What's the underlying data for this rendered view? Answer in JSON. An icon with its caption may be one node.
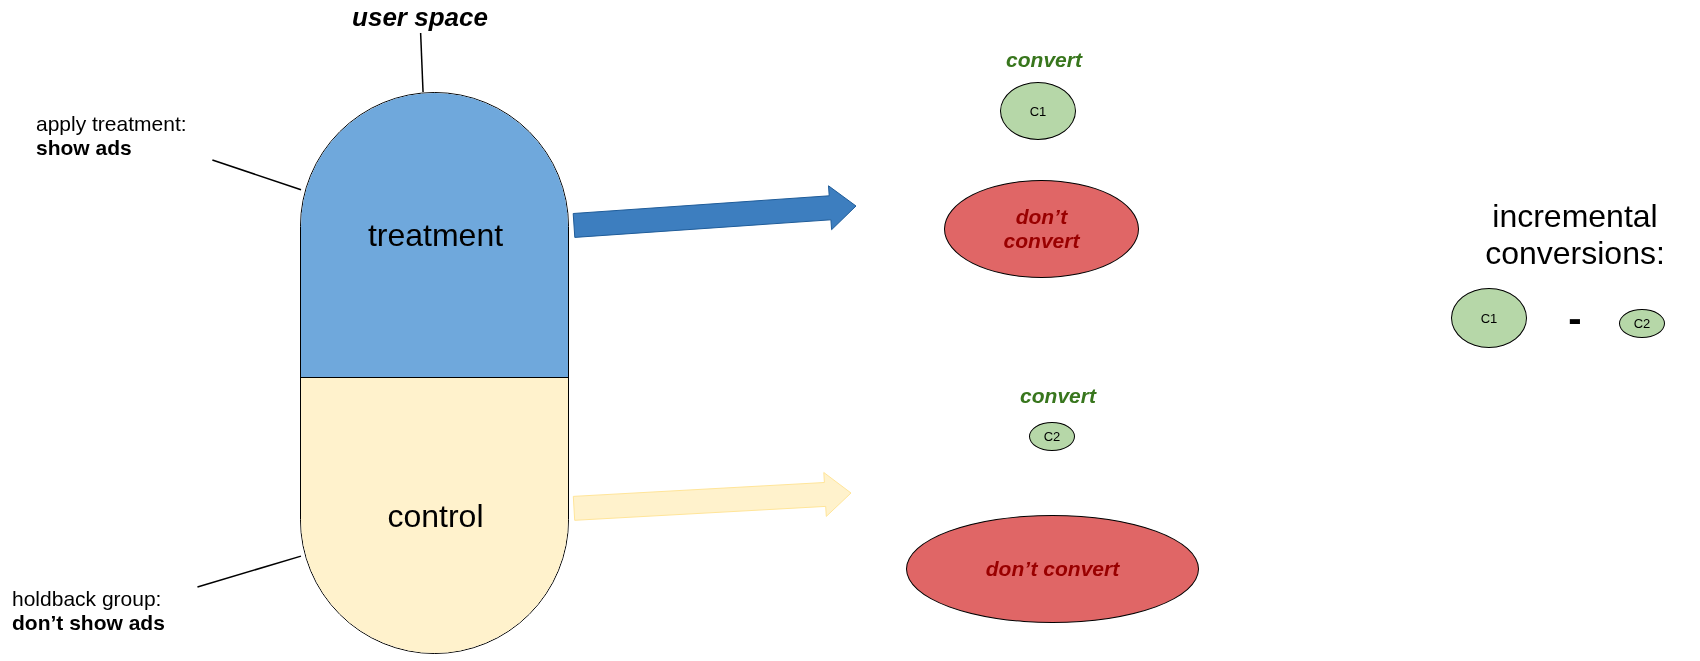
{
  "diagram": {
    "nodes": [
      {
        "text": [
          "user space"
        ]
      },
      {
        "text": [],
        "shape": "capsule"
      },
      {
        "text": [
          "treatment"
        ],
        "in": 1
      },
      {
        "text": [
          "control"
        ],
        "in": 1
      },
      {
        "text": [
          "apply treatment:",
          "show ads"
        ]
      },
      {
        "text": [
          "holdback group:",
          "don’t show ads"
        ]
      },
      {
        "text": [
          "C1"
        ],
        "beside": [
          "convert"
        ]
      },
      {
        "text": [
          "don’t convert"
        ]
      },
      {
        "text": [
          "C2"
        ],
        "beside": [
          "convert"
        ]
      },
      {
        "text": [
          "don’t convert"
        ]
      },
      {
        "text": [
          "C1"
        ]
      },
      {
        "text": [
          "C2"
        ]
      }
    ],
    "edges": [
      {
        "from": 0,
        "to": 1,
        "arrow": "none"
      },
      {
        "from": 4,
        "to": 2,
        "arrow": "none"
      },
      {
        "from": 5,
        "to": 3,
        "arrow": "none"
      },
      {
        "from": 2,
        "to": null,
        "arrow": "to",
        "style": "thick",
        "color": "#3d7ebf"
      },
      {
        "from": 3,
        "to": null,
        "arrow": "to",
        "style": "thick",
        "color": "#fff2cc"
      }
    ],
    "labels": [
      "incremental conversions:",
      "-"
    ]
  }
}
